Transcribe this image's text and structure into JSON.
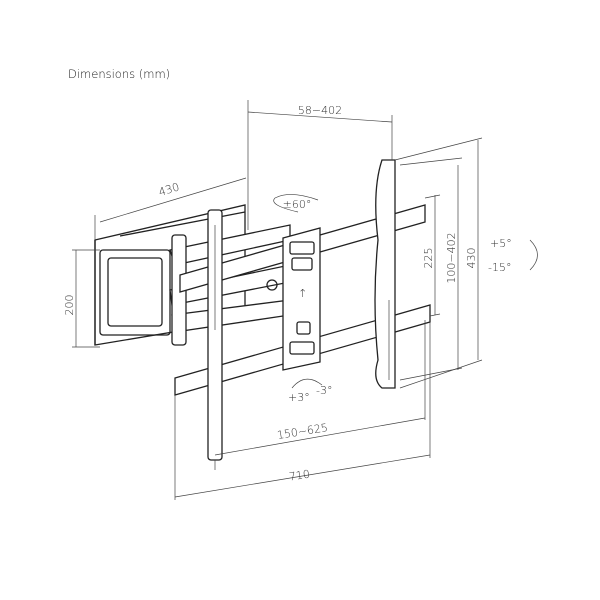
{
  "title": "Dimensions (mm)",
  "dimensions": {
    "arm_extension": "58~402",
    "wall_plate_width": "430",
    "wall_plate_height": "200",
    "swivel": "±60°",
    "inner_vertical": "225",
    "vesa_vertical": "100~402",
    "rail_height": "430",
    "tilt_up": "+5°",
    "tilt_down": "-15°",
    "level_plus": "+3°",
    "level_minus": "-3°",
    "vesa_horizontal": "150~625",
    "bar_width": "710"
  }
}
